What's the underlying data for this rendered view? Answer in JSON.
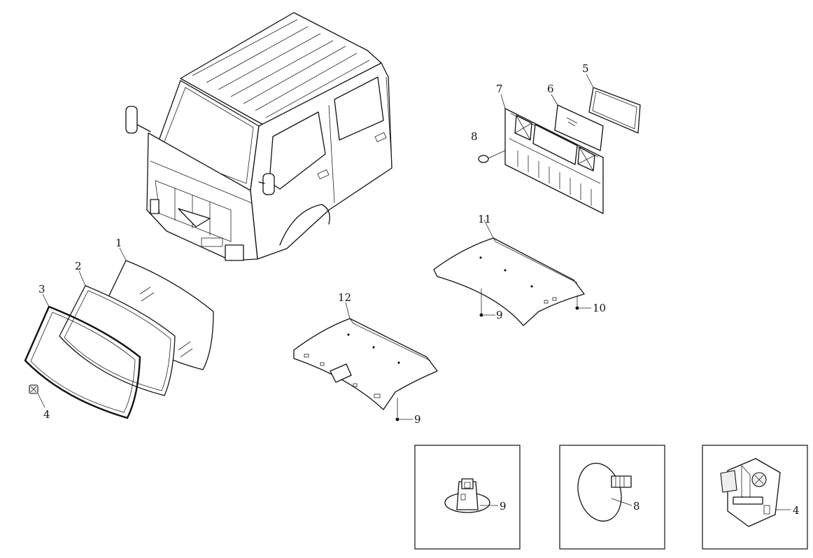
{
  "callouts": {
    "c1": "1",
    "c2": "2",
    "c3": "3",
    "c4_windshield": "4",
    "c5": "5",
    "c6": "6",
    "c7": "7",
    "c8_panel": "8",
    "c9_roof_a": "9",
    "c9_roof_b": "9",
    "c10": "10",
    "c11": "11",
    "c12": "12",
    "c9_detail": "9",
    "c8_detail": "8",
    "c4_detail": "4"
  }
}
